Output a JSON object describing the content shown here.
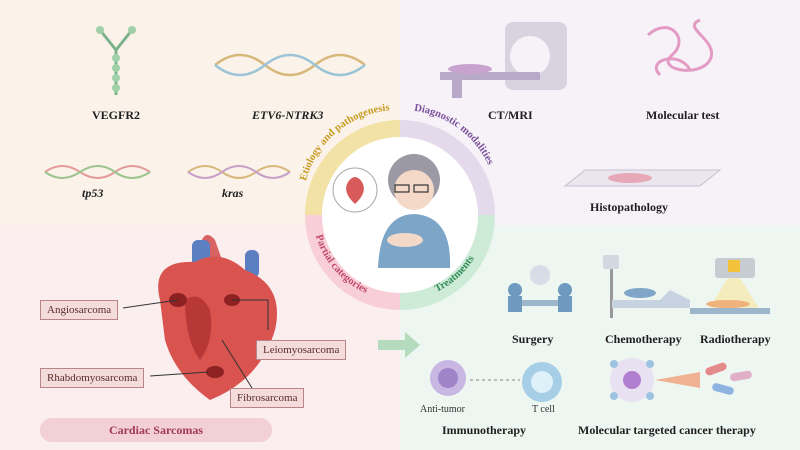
{
  "etiology": {
    "items": [
      {
        "label": "VEGFR2",
        "italic": false
      },
      {
        "label": "ETV6-NTRK3",
        "italic": true
      },
      {
        "label": "tp53",
        "italic": true
      },
      {
        "label": "kras",
        "italic": true
      }
    ]
  },
  "diagnostics": {
    "items": [
      {
        "label": "CT/MRI"
      },
      {
        "label": "Molecular test"
      },
      {
        "label": "Histopathology"
      }
    ]
  },
  "categories": {
    "items": [
      {
        "label": "Angiosarcoma"
      },
      {
        "label": "Rhabdomyosarcoma"
      },
      {
        "label": "Leiomyosarcoma"
      },
      {
        "label": "Fibrosarcoma"
      }
    ],
    "footer": "Cardiac Sarcomas"
  },
  "treatments": {
    "items": [
      {
        "label": "Surgery"
      },
      {
        "label": "Chemotherapy"
      },
      {
        "label": "Radiotherapy"
      },
      {
        "label": "Immunotherapy"
      },
      {
        "label": "Molecular targeted cancer therapy"
      }
    ],
    "immuno_labels": {
      "left": "Anti-tumor",
      "right": "T cell"
    }
  },
  "ring": {
    "etiology": "Etiology and pathogenesis",
    "diagnostic": "Diagnostic modalities",
    "partial": "Partial categories",
    "treatments": "Treatments"
  },
  "colors": {
    "etiology": "#e9c95a",
    "diagnostic": "#cbb7dc",
    "partial": "#ef9fb0",
    "treatments": "#8fd0a2",
    "ring_text_etiology": "#c79a1e",
    "ring_text_diagnostic": "#7a4f9b",
    "ring_text_partial": "#c2486a",
    "ring_text_treatments": "#2e8a55"
  }
}
